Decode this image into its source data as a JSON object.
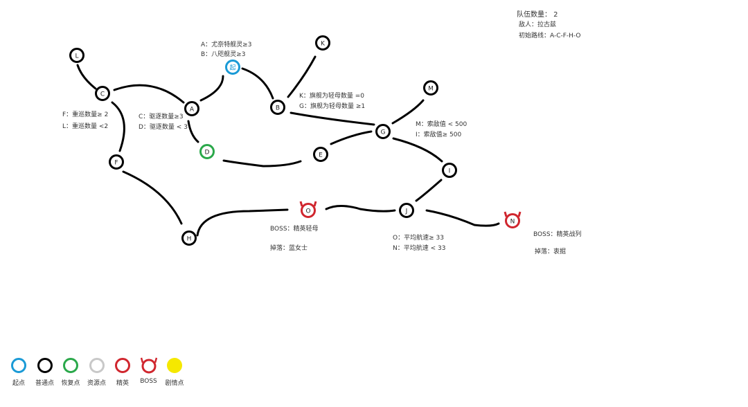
{
  "info": {
    "team_count": "队伍数量： 2",
    "enemy": "敌人：拉古兹",
    "initial_route": "初始路线：A-C-F-H-O"
  },
  "nodes": [
    {
      "id": "L",
      "label": "L",
      "type": "normal"
    },
    {
      "id": "C",
      "label": "C",
      "type": "normal"
    },
    {
      "id": "A",
      "label": "A",
      "type": "normal"
    },
    {
      "id": "start",
      "label": "起",
      "type": "start"
    },
    {
      "id": "K",
      "label": "K",
      "type": "normal"
    },
    {
      "id": "B",
      "label": "B",
      "type": "normal"
    },
    {
      "id": "G",
      "label": "G",
      "type": "normal"
    },
    {
      "id": "M",
      "label": "M",
      "type": "normal"
    },
    {
      "id": "E",
      "label": "E",
      "type": "normal"
    },
    {
      "id": "D",
      "label": "D",
      "type": "recovery"
    },
    {
      "id": "F",
      "label": "F",
      "type": "normal"
    },
    {
      "id": "I",
      "label": "I",
      "type": "normal"
    },
    {
      "id": "H",
      "label": "H",
      "type": "normal"
    },
    {
      "id": "O",
      "label": "O",
      "type": "boss"
    },
    {
      "id": "J",
      "label": "J",
      "type": "normal"
    },
    {
      "id": "N",
      "label": "N",
      "type": "boss"
    }
  ],
  "conditions": {
    "a": "A：尤奈特舰灵≥3",
    "b": "B：八咫舰灵≥3",
    "k": "K：旗舰为轻母数量 =0",
    "g": "G：旗舰为轻母数量 ≥1",
    "f": "F：重巡数量≥  2",
    "l": "L：重巡数量 <2",
    "c": "C：驱逐数量≥3",
    "d": "D：驱逐数量 < 3",
    "m": "M：索敌值 <  500",
    "i": "I：索敌值≥  500",
    "o": "O：平均航速≥  33",
    "n": "N：平均航速 <  33"
  },
  "boss_o": {
    "boss": "BOSS：精英轻母",
    "drop": "掉落：蓝女士"
  },
  "boss_n": {
    "boss": "BOSS：精英战列",
    "drop": "掉落：衷掘"
  },
  "legend": [
    {
      "label": "起点",
      "color": "#1a9ad6"
    },
    {
      "label": "普通点",
      "color": "#000000"
    },
    {
      "label": "恢复点",
      "color": "#2aa84a"
    },
    {
      "label": "资源点",
      "color": "#c8c8c8"
    },
    {
      "label": "精英",
      "color": "#d0262e"
    },
    {
      "label": "BOSS",
      "color": "#d0262e"
    },
    {
      "label": "剧情点",
      "color": "#f5e800"
    }
  ]
}
